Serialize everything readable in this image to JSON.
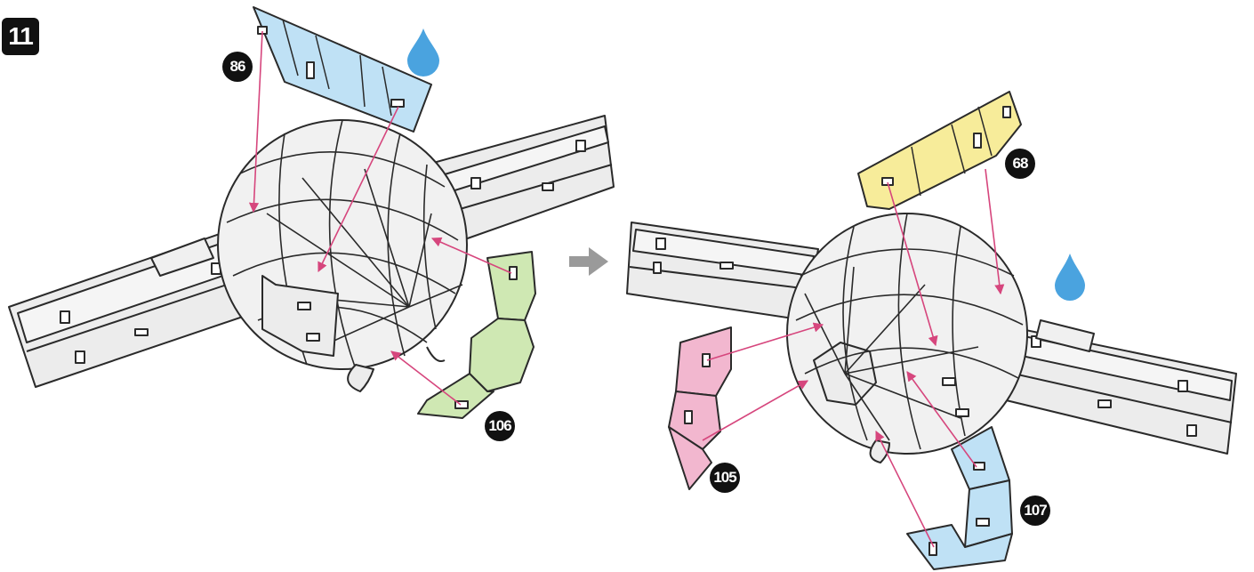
{
  "step": {
    "label": "11"
  },
  "parts": {
    "p86": {
      "label": "86",
      "color": "#bfe1f5"
    },
    "p106": {
      "label": "106",
      "color": "#cfe8b3"
    },
    "p68": {
      "label": "68",
      "color": "#f7ec9a"
    },
    "p105": {
      "label": "105",
      "color": "#f2b7cf"
    },
    "p107": {
      "label": "107",
      "color": "#bfe1f5"
    }
  },
  "colors": {
    "body": "#e8e8e8",
    "outline": "#2a2a2a",
    "guide_line": "#d6467d",
    "arrow": "#9a9a9a",
    "glue_drop": "#4aa3df"
  },
  "icons": {
    "glue": "water-drop-icon",
    "next": "arrow-right-icon"
  }
}
